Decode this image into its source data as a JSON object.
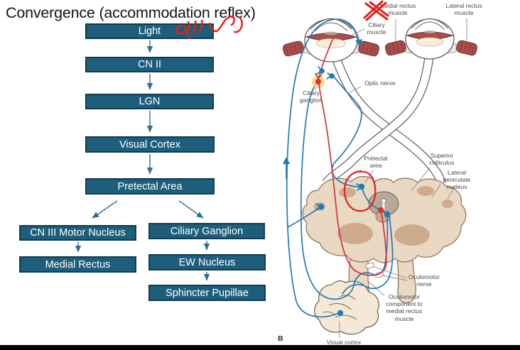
{
  "title": "Convergence (accommodation reflex)",
  "colors": {
    "box_fill": "#1d5e7d",
    "box_border": "#123c4e",
    "box_text": "#ffffff",
    "arrow_blue": "#2e6f96",
    "pathway_blue": "#2379b2",
    "pathway_red": "#d5333f",
    "annotation_red": "#e4211b",
    "label_gray": "#4a4a4a",
    "muscle_red": "#a84c4c",
    "midbrain_beige": "#e9d8c2",
    "midbrain_tan": "#c9a384",
    "ganglion_yellow": "#f6d87d"
  },
  "flowchart": {
    "nodes": [
      {
        "id": "light",
        "label": "Light"
      },
      {
        "id": "cn-ii",
        "label": "CN II"
      },
      {
        "id": "lgn",
        "label": "LGN"
      },
      {
        "id": "visual-cortex",
        "label": "Visual Cortex"
      },
      {
        "id": "pretectal-area",
        "label": "Pretectal Area"
      },
      {
        "id": "cn-iii-motor-nucleus",
        "label": "CN III Motor Nucleus"
      },
      {
        "id": "medial-rectus",
        "label": "Medial Rectus"
      },
      {
        "id": "ciliary-ganglion",
        "label": "Ciliary Ganglion"
      },
      {
        "id": "ew-nucleus",
        "label": "EW Nucleus"
      },
      {
        "id": "sphincter-pupillae",
        "label": "Sphincter Pupillae"
      }
    ]
  },
  "diagram": {
    "figure_label": "B",
    "labels": {
      "medial_rectus": "Medial rectus\nmuscle",
      "lateral_rectus": "Lateral rectus\nmuscle",
      "ciliary_muscle": "Ciliary\nmuscle",
      "optic_nerve": "Optic nerve",
      "ciliary_ganglion": "Ciliary\nganglion",
      "pretectal_area": "Pretectal\narea",
      "superior_colliculus": "Superior\ncolliculus",
      "lateral_geniculate_nucleus": "Lateral\ngeniculate\nnucleus",
      "oculomotor_nerve": "Oculomotor\nnerve",
      "oculomotor_component": "Oculomotor\ncomponent to\nmedial rectus\nmuscle",
      "visual_cortex": "Visual cortex"
    }
  }
}
